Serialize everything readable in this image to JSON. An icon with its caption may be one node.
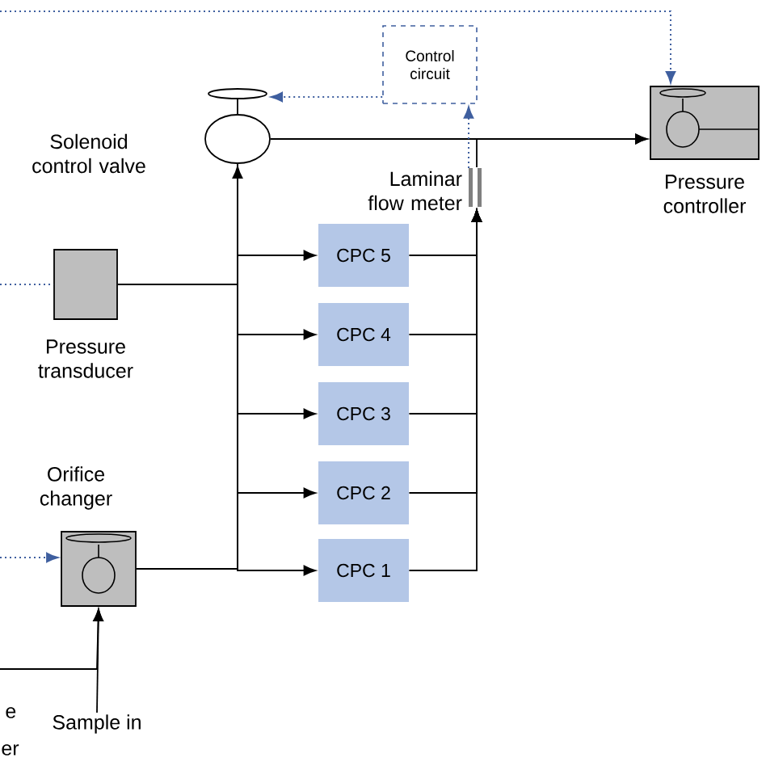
{
  "diagram": {
    "nodes": [
      {
        "text": [
          "Control circuit"
        ]
      },
      {
        "text": [],
        "shape": "circle",
        "beside": [
          "Solenoid control valve"
        ]
      },
      {
        "text": [],
        "shape": "box",
        "beside": [
          "Pressure controller"
        ]
      },
      {
        "text": [],
        "shape": "bar",
        "beside": [
          "Laminar flow meter"
        ]
      },
      {
        "text": [],
        "shape": "box",
        "beside": [
          "Pressure transducer"
        ]
      },
      {
        "text": [
          "CPC 5"
        ]
      },
      {
        "text": [
          "CPC 4"
        ]
      },
      {
        "text": [
          "CPC 3"
        ]
      },
      {
        "text": [
          "CPC 2"
        ]
      },
      {
        "text": [
          "CPC 1"
        ]
      },
      {
        "text": [],
        "shape": "box",
        "beside": [
          "Orifice changer"
        ]
      },
      {
        "text": [
          "Sample in"
        ]
      }
    ],
    "edges": [
      {
        "from": 11,
        "to": 10,
        "arrow": "to"
      },
      {
        "from": null,
        "to": 10,
        "arrow": "to"
      },
      {
        "from": 10,
        "to": 9,
        "arrow": "to"
      },
      {
        "from": 10,
        "to": 8,
        "arrow": "to"
      },
      {
        "from": 10,
        "to": 7,
        "arrow": "to"
      },
      {
        "from": 10,
        "to": 6,
        "arrow": "to"
      },
      {
        "from": 10,
        "to": 5,
        "arrow": "to"
      },
      {
        "from": 10,
        "to": 1,
        "arrow": "to"
      },
      {
        "from": 4,
        "to": 1,
        "arrow": "none"
      },
      {
        "from": 5,
        "to": 3,
        "arrow": "to"
      },
      {
        "from": 6,
        "to": 3,
        "arrow": "to"
      },
      {
        "from": 7,
        "to": 3,
        "arrow": "to"
      },
      {
        "from": 8,
        "to": 3,
        "arrow": "to"
      },
      {
        "from": 9,
        "to": 3,
        "arrow": "to"
      },
      {
        "from": 3,
        "to": 2,
        "arrow": "to"
      },
      {
        "from": 1,
        "to": 2,
        "arrow": "to"
      },
      {
        "from": 0,
        "to": 1,
        "arrow": "to",
        "style": "dashed",
        "color": "#3f5f9f"
      },
      {
        "from": 3,
        "to": 0,
        "arrow": "to",
        "style": "dashed",
        "color": "#3f5f9f"
      },
      {
        "from": null,
        "to": 2,
        "arrow": "to",
        "style": "dashed",
        "color": "#3f5f9f"
      },
      {
        "from": null,
        "to": 4,
        "arrow": "none",
        "style": "dashed",
        "color": "#3f5f9f"
      },
      {
        "from": null,
        "to": 10,
        "arrow": "to",
        "style": "dashed",
        "color": "#3f5f9f"
      }
    ],
    "labels": [
      "e",
      "er"
    ]
  }
}
